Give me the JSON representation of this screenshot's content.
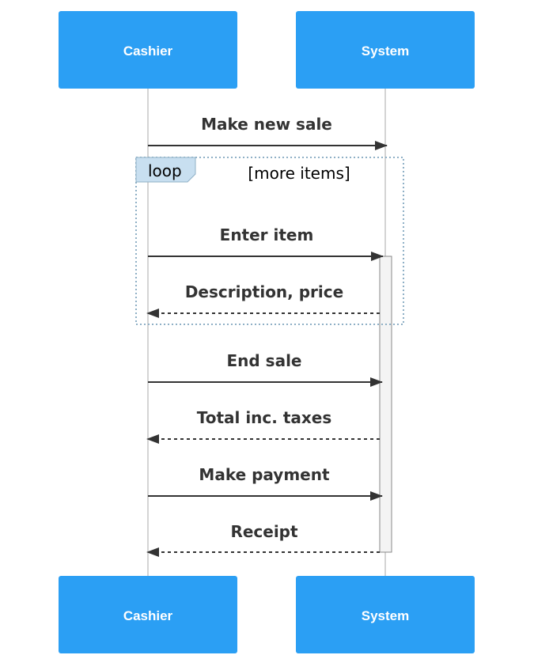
{
  "actors": {
    "cashier": "Cashier",
    "system": "System"
  },
  "messages": [
    {
      "label": "Make new sale",
      "from": "cashier",
      "to": "system",
      "style": "solid"
    },
    {
      "label": "Enter item",
      "from": "cashier",
      "to": "system",
      "style": "solid"
    },
    {
      "label": "Description, price",
      "from": "system",
      "to": "cashier",
      "style": "dashed"
    },
    {
      "label": "End sale",
      "from": "cashier",
      "to": "system",
      "style": "solid"
    },
    {
      "label": "Total inc. taxes",
      "from": "system",
      "to": "cashier",
      "style": "dashed"
    },
    {
      "label": "Make payment",
      "from": "cashier",
      "to": "system",
      "style": "solid"
    },
    {
      "label": "Receipt",
      "from": "system",
      "to": "cashier",
      "style": "dashed"
    }
  ],
  "loop": {
    "keyword": "loop",
    "condition": "[more items]"
  },
  "colors": {
    "actor_fill": "#2b9ff4",
    "lifeline": "#aaaaaa",
    "message": "#333333",
    "loop_border": "#8fb0c6",
    "loop_tag_fill": "#c8dff0",
    "activation_fill": "#f4f4f4",
    "activation_border": "#888888"
  }
}
